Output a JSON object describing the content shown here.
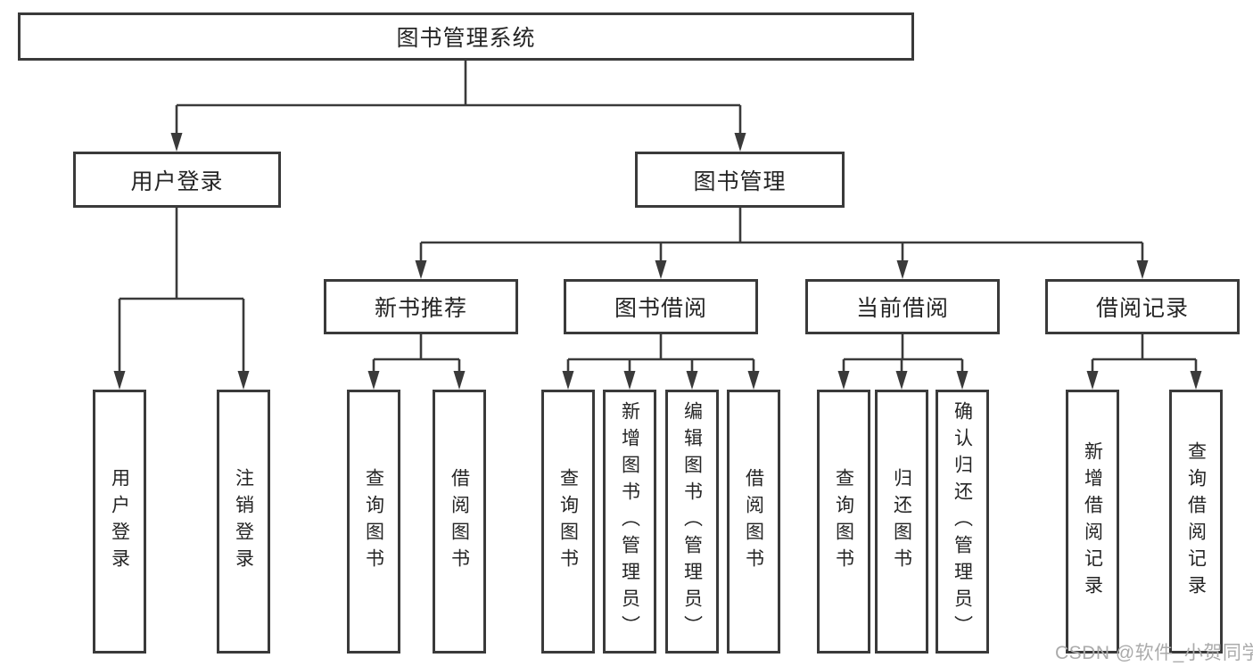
{
  "diagram": {
    "root": {
      "label": "图书管理系统",
      "children": [
        {
          "label": "用户登录",
          "children": [
            {
              "label": "用户登录"
            },
            {
              "label": "注销登录"
            }
          ]
        },
        {
          "label": "图书管理",
          "children": [
            {
              "label": "新书推荐",
              "children": [
                {
                  "label": "查询图书"
                },
                {
                  "label": "借阅图书"
                }
              ]
            },
            {
              "label": "图书借阅",
              "children": [
                {
                  "label": "查询图书"
                },
                {
                  "label": "新增图书（管理员）"
                },
                {
                  "label": "编辑图书（管理员）"
                },
                {
                  "label": "借阅图书"
                }
              ]
            },
            {
              "label": "当前借阅",
              "children": [
                {
                  "label": "查询图书"
                },
                {
                  "label": "归还图书"
                },
                {
                  "label": "确认归还（管理员）"
                }
              ]
            },
            {
              "label": "借阅记录",
              "children": [
                {
                  "label": "新增借阅记录"
                },
                {
                  "label": "查询借阅记录"
                }
              ]
            }
          ]
        }
      ]
    },
    "watermark": "CSDN @软件_小贺同学",
    "colors": {
      "line": "#3a3a3a",
      "text": "#252525",
      "watermark": "#ababab",
      "background": "#ffffff"
    }
  }
}
